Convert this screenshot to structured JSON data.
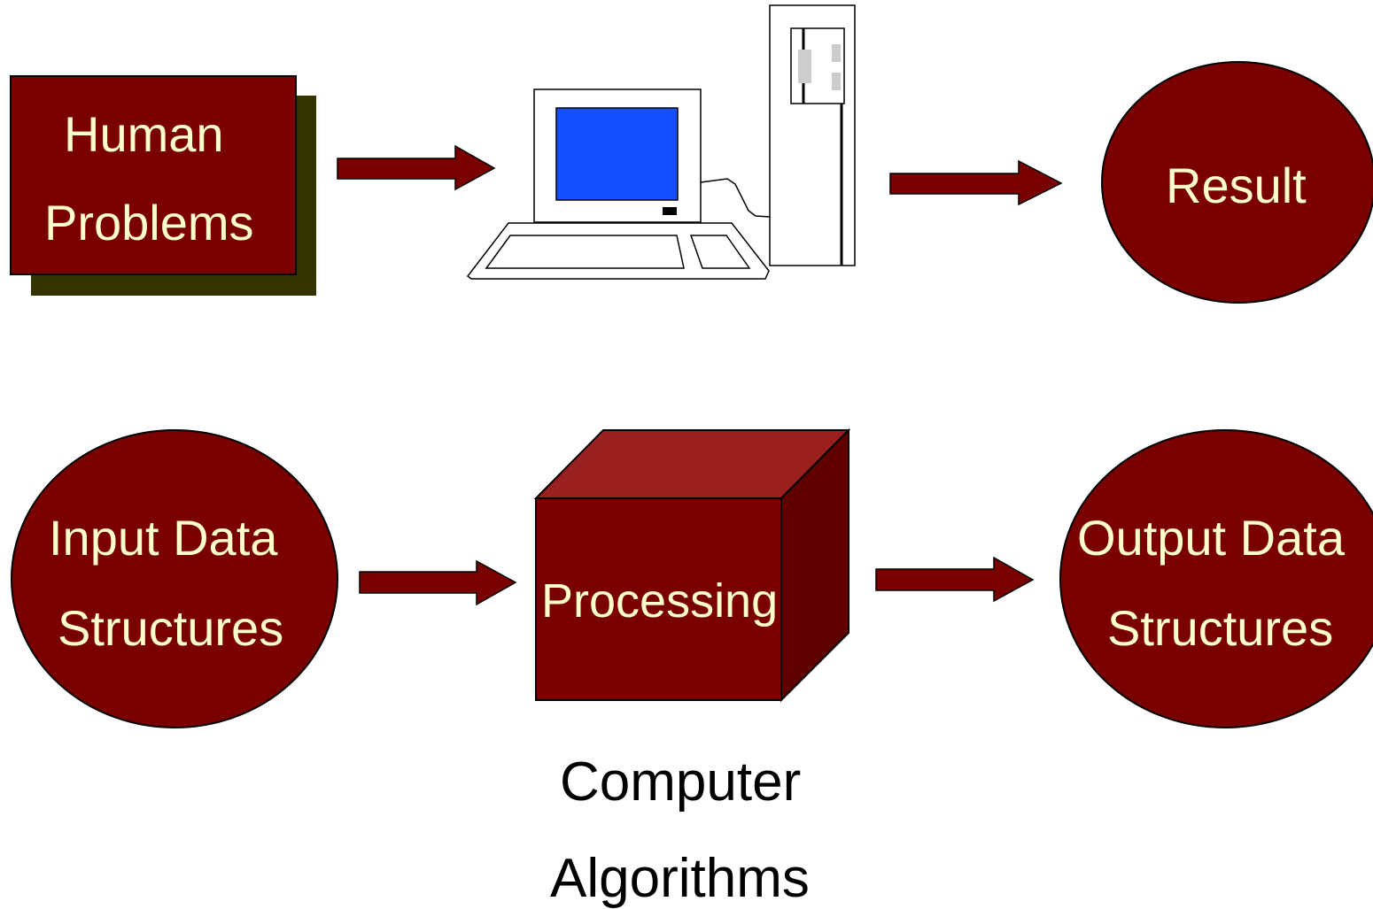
{
  "colors": {
    "maroon": "#7a0000",
    "maroon_top": "#9a1f1f",
    "maroon_side": "#5e0000",
    "shadow": "#333300",
    "label": "#ffffcc",
    "screen": "#1450ff",
    "caption": "#000000"
  },
  "top_row": {
    "problem_box": {
      "line1": "Human",
      "line2": "Problems"
    },
    "computer": {
      "icon": "desktop-computer-icon"
    },
    "result": {
      "label": "Result"
    }
  },
  "bottom_row": {
    "input": {
      "line1": "Input Data",
      "line2": "Structures"
    },
    "processing": {
      "label": "Processing"
    },
    "output": {
      "line1": "Output Data",
      "line2": "Structures"
    }
  },
  "caption": {
    "line1": "Computer",
    "line2": "Algorithms"
  }
}
